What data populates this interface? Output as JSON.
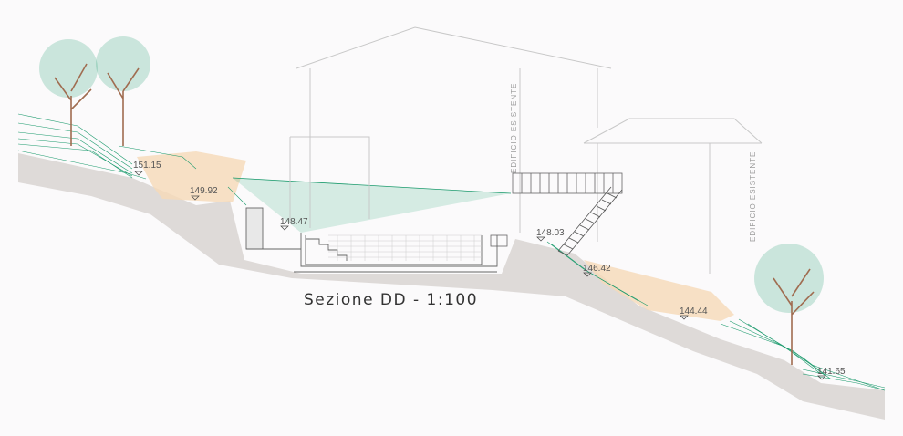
{
  "drawing": {
    "title": "Sezione DD - 1:100",
    "building_label": "EDIFICIO ESISTENTE",
    "levels": [
      "151.15",
      "149.92",
      "148.47",
      "148.03",
      "146.42",
      "144.44",
      "141.65"
    ]
  },
  "colors": {
    "ground": "#dedad8",
    "vegetation": "#1a9a6c",
    "fill": "#f6d9b8",
    "building": "#c8c8c8",
    "trunk": "#a06c50"
  }
}
